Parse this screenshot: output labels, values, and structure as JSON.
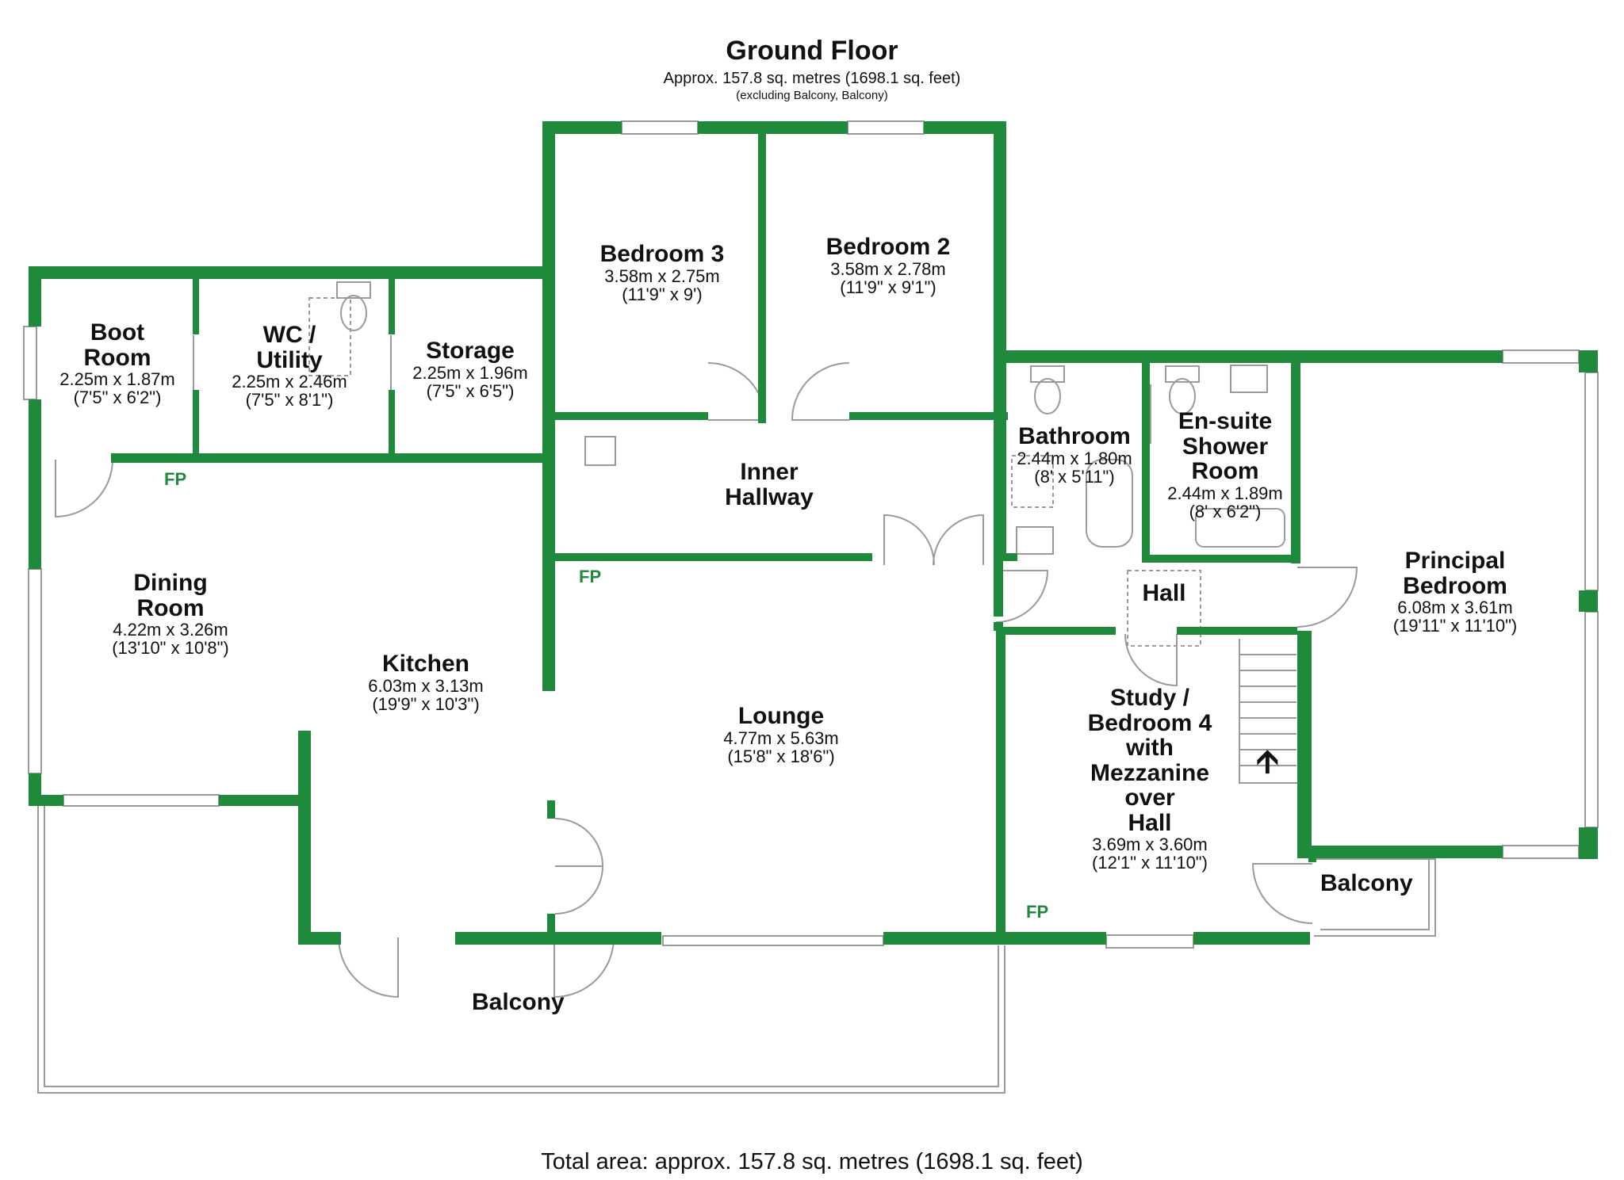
{
  "header": {
    "title": "Ground Floor",
    "subtitle": "Approx. 157.8 sq. metres (1698.1 sq. feet)",
    "note": "(excluding Balcony, Balcony)"
  },
  "footer": {
    "total": "Total area: approx. 157.8 sq. metres (1698.1 sq. feet)"
  },
  "colors": {
    "wall": "#1f8a3c",
    "fixture": "#9a9a9a",
    "fp": "#1f8a3c"
  },
  "rooms": {
    "boot": {
      "name1": "Boot",
      "name2": "Room",
      "metric": "2.25m x 1.87m",
      "imperial": "(7'5\" x 6'2\")"
    },
    "wc": {
      "name1": "WC /",
      "name2": "Utility",
      "metric": "2.25m x 2.46m",
      "imperial": "(7'5\" x 8'1\")"
    },
    "storage": {
      "name": "Storage",
      "metric": "2.25m x 1.96m",
      "imperial": "(7'5\" x 6'5\")"
    },
    "bedroom3": {
      "name": "Bedroom 3",
      "metric": "3.58m x 2.75m",
      "imperial": "(11'9\" x 9')"
    },
    "bedroom2": {
      "name": "Bedroom 2",
      "metric": "3.58m x 2.78m",
      "imperial": "(11'9\" x 9'1\")"
    },
    "bathroom": {
      "name": "Bathroom",
      "metric": "2.44m x 1.80m",
      "imperial": "(8' x 5'11\")"
    },
    "ensuite": {
      "name1": "En-suite",
      "name2": "Shower",
      "name3": "Room",
      "metric": "2.44m x 1.89m",
      "imperial": "(8' x 6'2\")"
    },
    "inner_hallway": {
      "name1": "Inner",
      "name2": "Hallway"
    },
    "dining": {
      "name1": "Dining",
      "name2": "Room",
      "metric": "4.22m x 3.26m",
      "imperial": "(13'10\" x 10'8\")"
    },
    "kitchen": {
      "name": "Kitchen",
      "metric": "6.03m x 3.13m",
      "imperial": "(19'9\" x 10'3\")"
    },
    "lounge": {
      "name": "Lounge",
      "metric": "4.77m x 5.63m",
      "imperial": "(15'8\" x 18'6\")"
    },
    "hall": {
      "name": "Hall"
    },
    "study": {
      "name1": "Study /",
      "name2": "Bedroom 4",
      "name3": "with",
      "name4": "Mezzanine",
      "name5": "over",
      "name6": "Hall",
      "metric": "3.69m x 3.60m",
      "imperial": "(12'1\" x 11'10\")"
    },
    "principal": {
      "name1": "Principal",
      "name2": "Bedroom",
      "metric": "6.08m x 3.61m",
      "imperial": "(19'11\" x 11'10\")"
    }
  },
  "balcony_labels": {
    "main": "Balcony",
    "side": "Balcony"
  },
  "fp_label": "FP"
}
